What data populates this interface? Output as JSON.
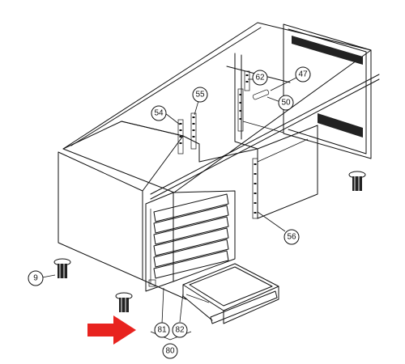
{
  "diagram": {
    "callouts": [
      {
        "id": "callout-9",
        "label": "9"
      },
      {
        "id": "callout-47",
        "label": "47"
      },
      {
        "id": "callout-50",
        "label": "50"
      },
      {
        "id": "callout-54",
        "label": "54"
      },
      {
        "id": "callout-55",
        "label": "55"
      },
      {
        "id": "callout-56",
        "label": "56"
      },
      {
        "id": "callout-62",
        "label": "62"
      },
      {
        "id": "callout-80",
        "label": "80"
      },
      {
        "id": "callout-81",
        "label": "81"
      },
      {
        "id": "callout-82",
        "label": "82"
      }
    ],
    "highlight": {
      "part": "81",
      "arrow_color": "#e8231f",
      "ring_color": "#e8231f"
    }
  }
}
